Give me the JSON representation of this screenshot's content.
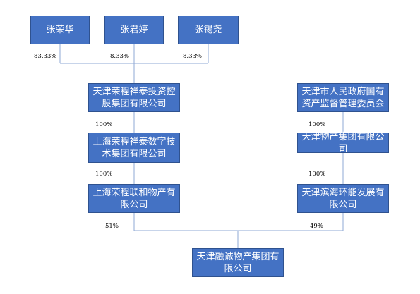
{
  "colors": {
    "node_fill": "#4472c4",
    "node_border": "#2f528f",
    "connector": "#8fa9d4",
    "text": "#ffffff"
  },
  "people": {
    "zhang_ronghua": "张荣华",
    "zhang_junting": "张君婷",
    "zhang_xiyao": "张锡尧"
  },
  "companies": {
    "tianjin_rongcheng": {
      "line1": "天津荣程祥泰投资控",
      "line2": "股集团有限公司"
    },
    "shanghai_rongcheng_tech": {
      "line1": "上海荣程祥泰数字技",
      "line2": "术集团有限公司"
    },
    "shanghai_rongcheng_lianhe": {
      "line1": "上海荣程联和物产有",
      "line2": "限公司"
    },
    "tianjin_sasac": {
      "line1": "天津市人民政府国有",
      "line2": "资产监督管理委员会"
    },
    "tianjin_wuchan": {
      "line1": "天津物产集团有限公司"
    },
    "tianjin_binhai": {
      "line1": "天津滨海环能发展有",
      "line2": "限公司"
    },
    "tianjin_rongcheng_wuchan": {
      "line1": "天津融诚物产集团有",
      "line2": "限公司"
    }
  },
  "percentages": {
    "zhang_ronghua": "83.33%",
    "zhang_junting": "8.33%",
    "zhang_xiyao": "8.33%",
    "tianjin_to_shanghai_tech": "100%",
    "shanghai_tech_to_lianhe": "100%",
    "lianhe_to_final": "51%",
    "sasac_to_wuchan": "100%",
    "wuchan_to_binhai": "100%",
    "binhai_to_final": "49%"
  }
}
